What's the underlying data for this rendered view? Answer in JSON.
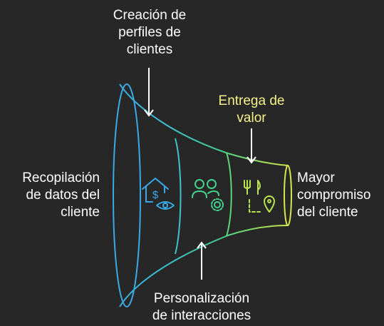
{
  "labels": {
    "recopilacion": "Recopilación\nde datos del\ncliente",
    "creacion": "Creación de\nperfiles de\nclientes",
    "personalizacion": "Personalización\nde interacciones",
    "entrega": "Entrega de\nvalor",
    "compromiso": "Mayor\ncompromiso\ndel cliente"
  },
  "colors": {
    "background": "#272727",
    "stage1": "#3aa9e6",
    "stage2": "#3fcf9a",
    "stage3": "#9fe060",
    "stage4": "#d9e84a",
    "text": "#ffffff",
    "highlight": "#f4f28a"
  },
  "icons": {
    "stage1": "house-dollar-eye-icon",
    "stage2": "users-gear-icon",
    "stage3": "fork-knife-location-icon"
  }
}
